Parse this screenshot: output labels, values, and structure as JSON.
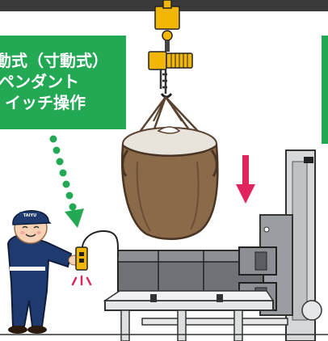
{
  "callout": {
    "lines": [
      "動式（寸動式）",
      "ペンダント",
      "イッチ操作"
    ]
  },
  "operator": {
    "cap_text": "TAIYU"
  },
  "colors": {
    "callout_green": "#23a854",
    "arrow_red": "#e0245e",
    "hoist_yellow": "#f2b705",
    "topbar": "#3a3a3a",
    "bag_brown": "#8b6a4a",
    "uniform_navy": "#1f3a6e"
  }
}
